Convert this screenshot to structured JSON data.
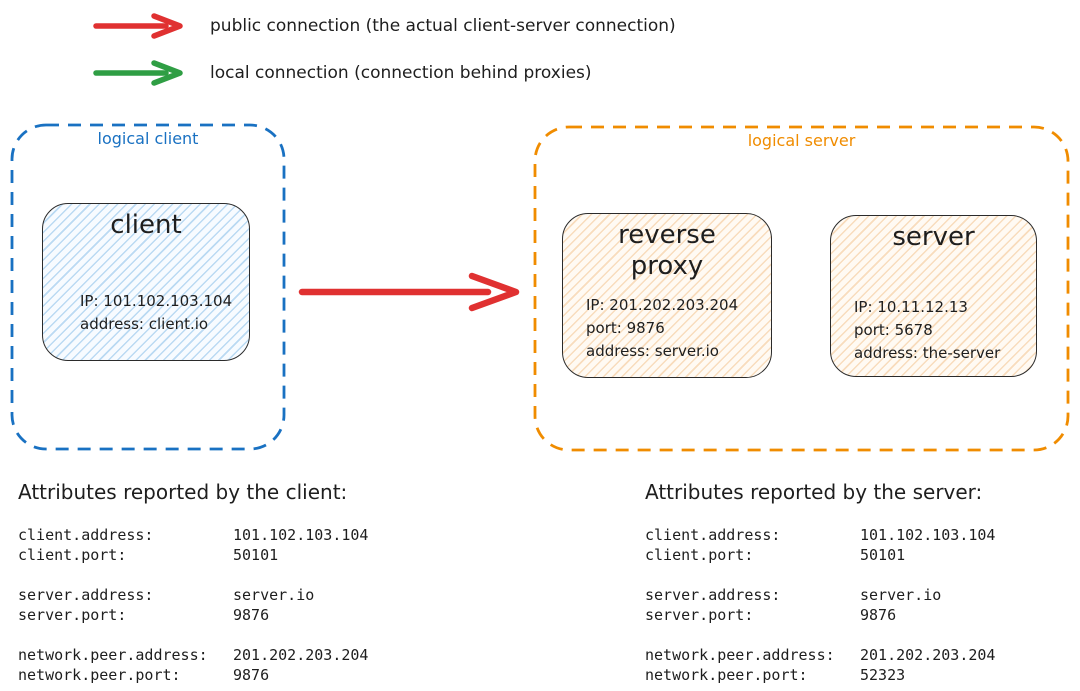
{
  "legend": {
    "items": [
      {
        "name": "public-connection",
        "color": "#e03131",
        "label": "public connection (the actual client-server connection)"
      },
      {
        "name": "local-connection",
        "color": "#2f9e44",
        "label": "local connection (connection behind proxies)"
      }
    ]
  },
  "diagram": {
    "main_arrow_color": "#e03131",
    "logical_client": {
      "label": "logical client",
      "border_color": "#1971c2",
      "nodes": [
        {
          "title": "client",
          "lines": [
            "IP: 101.102.103.104",
            "address: client.io"
          ]
        }
      ]
    },
    "logical_server": {
      "label": "logical server",
      "border_color": "#f08c00",
      "nodes": [
        {
          "title": "reverse proxy",
          "lines": [
            "IP: 201.202.203.204",
            "port: 9876",
            "address: server.io"
          ]
        },
        {
          "title": "server",
          "lines": [
            "IP: 10.11.12.13",
            "port: 5678",
            "address: the-server"
          ]
        }
      ]
    }
  },
  "attributes_client": {
    "title": "Attributes reported by the client:",
    "groups": [
      [
        {
          "key": "client.address:",
          "value": "101.102.103.104"
        },
        {
          "key": "client.port:",
          "value": "50101"
        }
      ],
      [
        {
          "key": "server.address:",
          "value": "server.io"
        },
        {
          "key": "server.port:",
          "value": "9876"
        }
      ],
      [
        {
          "key": "network.peer.address:",
          "value": "201.202.203.204"
        },
        {
          "key": "network.peer.port:",
          "value": "9876"
        }
      ]
    ]
  },
  "attributes_server": {
    "title": "Attributes reported by the server:",
    "groups": [
      [
        {
          "key": "client.address:",
          "value": "101.102.103.104"
        },
        {
          "key": "client.port:",
          "value": "50101"
        }
      ],
      [
        {
          "key": "server.address:",
          "value": "server.io"
        },
        {
          "key": "server.port:",
          "value": "9876"
        }
      ],
      [
        {
          "key": "network.peer.address:",
          "value": "201.202.203.204"
        },
        {
          "key": "network.peer.port:",
          "value": "52323"
        }
      ]
    ]
  }
}
